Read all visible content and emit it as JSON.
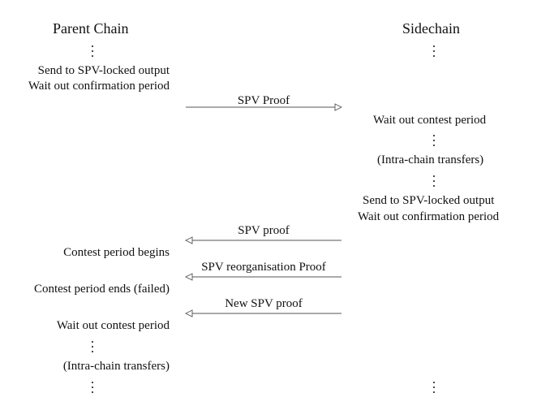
{
  "parent": {
    "header": "Parent Chain",
    "send_locked": "Send to SPV-locked output",
    "wait_confirm": "Wait out confirmation period",
    "contest_begins": "Contest period begins",
    "contest_ends": "Contest period ends (failed)",
    "wait_contest": "Wait out contest period",
    "intra": "(Intra-chain transfers)"
  },
  "side": {
    "header": "Sidechain",
    "wait_contest": "Wait out contest period",
    "intra": "(Intra-chain transfers)",
    "send_locked": "Send to SPV-locked output",
    "wait_confirm": "Wait out confirmation period"
  },
  "messages": [
    {
      "label": "SPV Proof",
      "direction": "to-sidechain"
    },
    {
      "label": "SPV proof",
      "direction": "to-parent"
    },
    {
      "label": "SPV reorganisation Proof",
      "direction": "to-parent"
    },
    {
      "label": "New SPV proof",
      "direction": "to-parent"
    }
  ],
  "colors": {
    "line": "#555555",
    "text": "#111111"
  }
}
